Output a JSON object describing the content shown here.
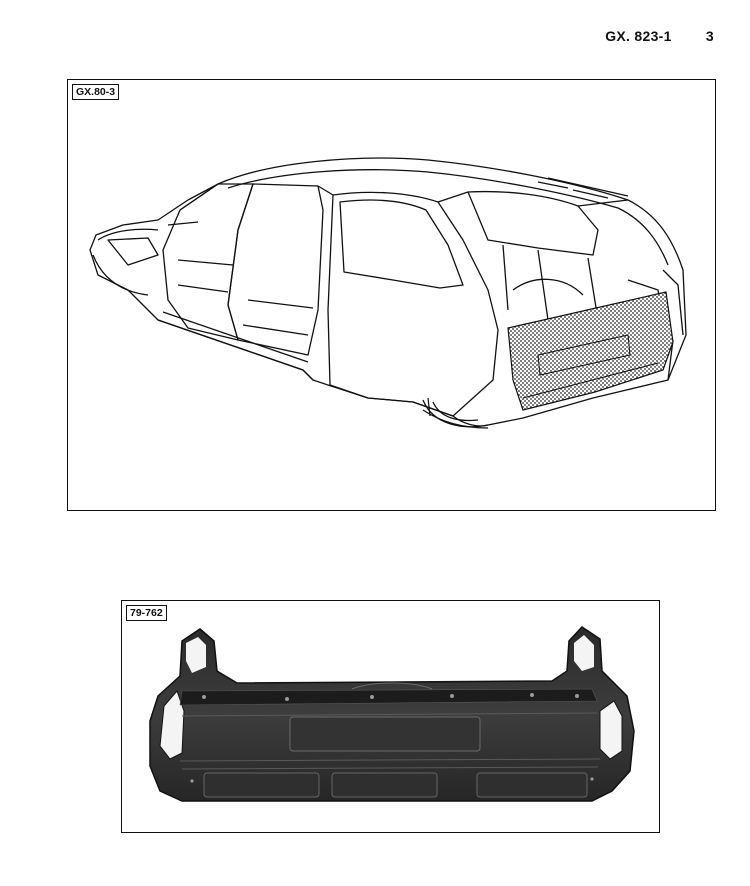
{
  "header": {
    "reference": "GX. 823-1",
    "page_number": "3"
  },
  "figures": [
    {
      "label": "GX.80-3",
      "subject": "body-shell-drawing"
    },
    {
      "label": "79-762",
      "subject": "rear-panel-photo"
    }
  ]
}
